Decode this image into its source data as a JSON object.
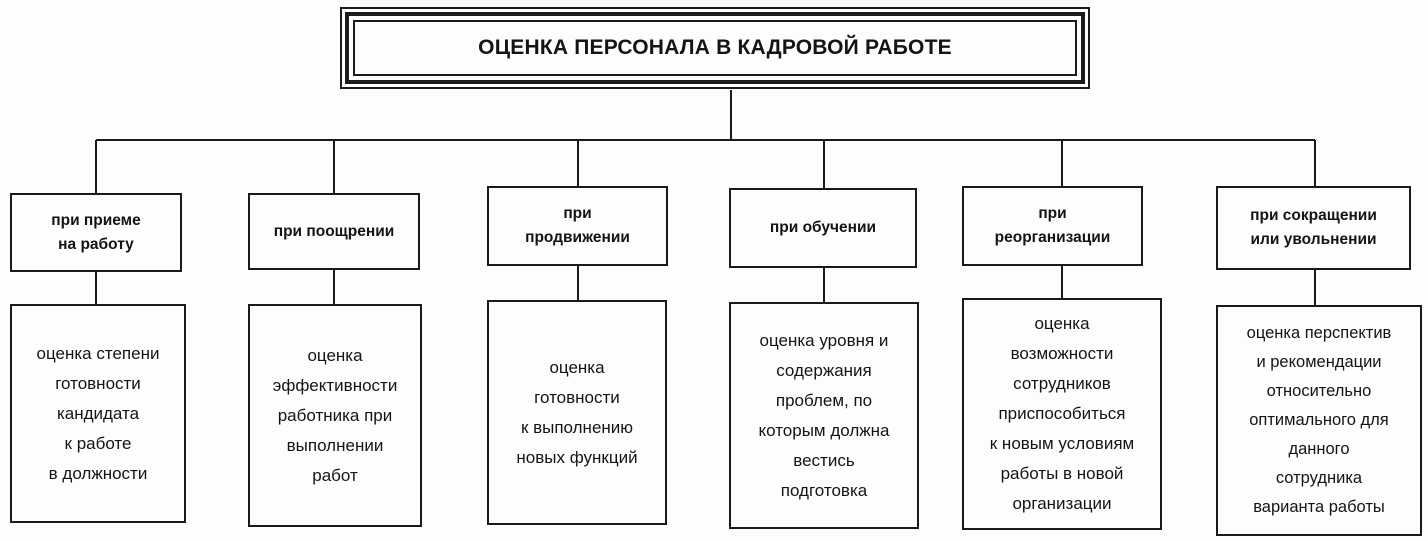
{
  "diagram": {
    "title": "ОЦЕНКА ПЕРСОНАЛА В КАДРОВОЙ РАБОТЕ",
    "branches": [
      {
        "category": "при приеме\nна работу",
        "description": "оценка степени\nготовности\nкандидата\nк работе\nв должности"
      },
      {
        "category": "при поощрении",
        "description": "оценка\nэффективности\nработника при\nвыполнении\nработ"
      },
      {
        "category": "при\nпродвижении",
        "description": "оценка\nготовности\nк выполнению\nновых функций"
      },
      {
        "category": "при обучении",
        "description": "оценка уровня и\nсодержания\nпроблем, по\nкоторым должна\nвестись\nподготовка"
      },
      {
        "category": "при\nреорганизации",
        "description": "оценка\nвозможности\nсотрудников\nприспособиться\nк новым условиям\nработы в новой\nорганизации"
      },
      {
        "category": "при сокращении\nили увольнении",
        "description": "оценка перспектив\nи рекомендации\nотносительно\nоптимального для\nданного\nсотрудника\nварианта работы"
      }
    ]
  }
}
